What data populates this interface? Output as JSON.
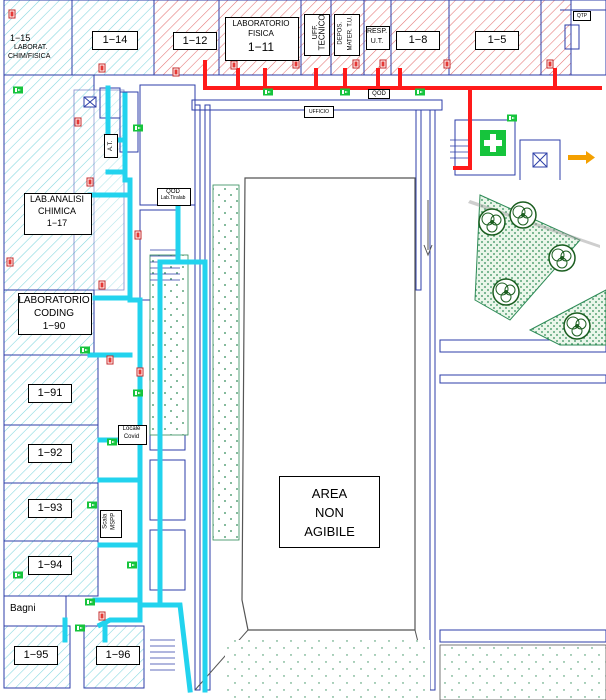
{
  "rooms": {
    "r1_15": {
      "code": "1−15",
      "line1": "LABORAT.",
      "line2": "CHIM/FISICA"
    },
    "r1_14": "1−14",
    "r1_12": "1−12",
    "r1_11": {
      "line1": "LABORATORIO",
      "line2": "FISICA",
      "code": "1−11"
    },
    "uff_tecnico": {
      "line1": "UFF.",
      "line2": "TECNICO"
    },
    "depos": {
      "line1": "DEPOS.",
      "line2": "MATER. T.U."
    },
    "resp": {
      "line1": "RESP.",
      "line2": "U.T."
    },
    "r1_8": "1−8",
    "r1_5": "1−5",
    "r1_17": {
      "line1": "LAB.ANALISI",
      "line2": "CHIMICA",
      "code": "1−17"
    },
    "r1_90": {
      "line1": "LABORATORIO",
      "line2": "CODING",
      "code": "1−90"
    },
    "r1_91": "1−91",
    "r1_92": "1−92",
    "r1_93": "1−93",
    "r1_94": "1−94",
    "r1_95": "1−95",
    "r1_96": "1−96",
    "bagni": "Bagni",
    "at": "A.T.",
    "ufficio": "UFFICIO",
    "qod_top": "QOD",
    "qod_lab": {
      "line1": "QOD",
      "line2": "Lab.Tiralab"
    },
    "locale_covid": {
      "line1": "Locale",
      "line2": "Covid"
    },
    "scala": {
      "line1": "Scala",
      "line2": "MSPP"
    },
    "qtp": "QTP"
  },
  "area_non_agibile": [
    "AREA",
    "NON",
    "AGIBILE"
  ],
  "colors": {
    "hatch_red": "#e53935",
    "hatch_cyan": "#1fb7c7",
    "escape_route_red": "#ff1a1a",
    "escape_route_cyan": "#22d3ee",
    "wall_blue": "#2c3ea8",
    "exit_green": "#16c43c",
    "garden_green": "#2e8b57"
  },
  "icons": [
    "fire-extinguisher-icon",
    "emergency-exit-icon",
    "first-aid-cross-icon",
    "tree-icon",
    "exit-direction-arrow-icon"
  ]
}
